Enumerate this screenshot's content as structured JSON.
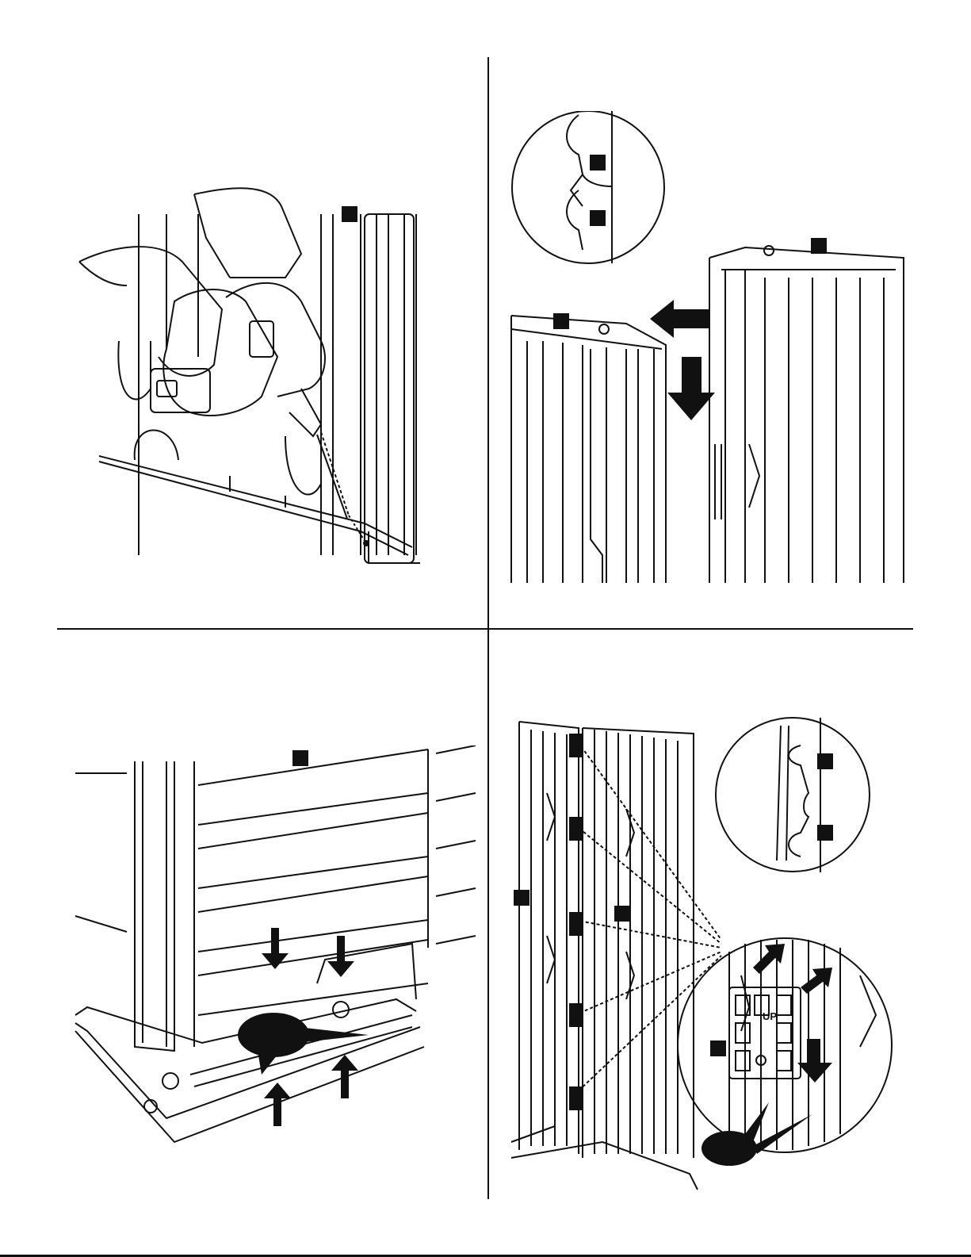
{
  "panels": [
    {
      "name": "drill-panel",
      "step_text": ""
    },
    {
      "name": "panel-join-panel",
      "step_text": ""
    },
    {
      "name": "panel-base-panel",
      "step_text": ""
    },
    {
      "name": "bracket-panel",
      "step_text": ""
    }
  ],
  "detail": {
    "bracket_text": "UP"
  },
  "colors": {
    "line": "#111111",
    "background": "#ffffff",
    "callout": "#111111"
  }
}
